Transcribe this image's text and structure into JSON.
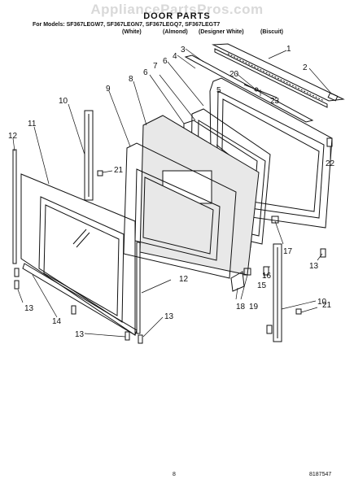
{
  "watermark": "AppliancePartsPros.com",
  "title": "DOOR PARTS",
  "models": "For Models: SF367LEGW7, SF367LEGN7, SF367LEGQ7, SF367LEGT7",
  "colors": [
    "(White)",
    "(Almond)",
    "(Designer White)",
    "(Biscuit)"
  ],
  "callouts": [
    "1",
    "2",
    "3",
    "4",
    "6",
    "20",
    "23",
    "5",
    "6",
    "7",
    "8",
    "9",
    "10",
    "11",
    "12",
    "21",
    "22",
    "17",
    "13",
    "15",
    "16",
    "12",
    "18",
    "19",
    "10",
    "21",
    "13",
    "14",
    "13",
    "13"
  ],
  "page_number": "8",
  "doc_number": "8187547"
}
